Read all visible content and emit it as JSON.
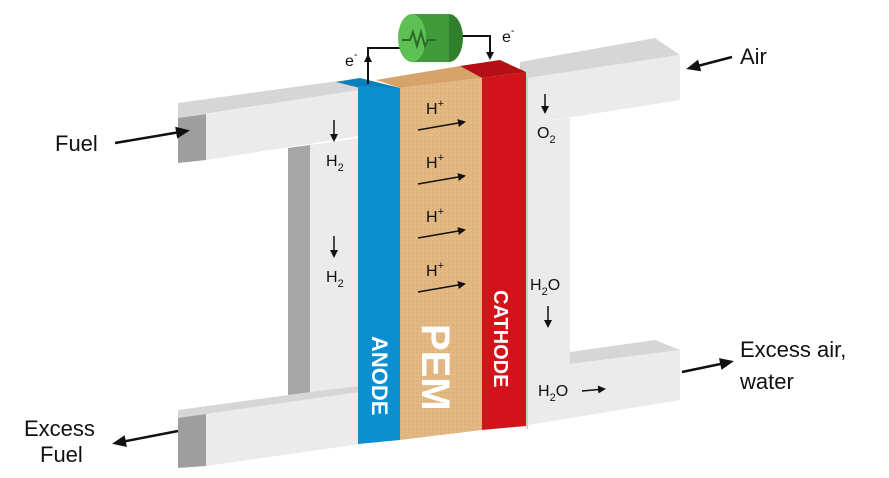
{
  "labels": {
    "fuel": "Fuel",
    "air": "Air",
    "excess_fuel_line1": "Excess",
    "excess_fuel_line2": "Fuel",
    "excess_air_line1": "Excess air,",
    "excess_air_line2": "water"
  },
  "layers": {
    "anode": "ANODE",
    "pem": "PEM",
    "cathode": "CATHODE"
  },
  "chem": {
    "electron": "e",
    "electron_sup": "-",
    "hydrogen": "H",
    "hydrogen_sub": "2",
    "proton": "H",
    "proton_sup": "+",
    "oxygen": "O",
    "oxygen_sub": "2",
    "water_h": "H",
    "water_sub": "2",
    "water_o": "O"
  },
  "colors": {
    "anode": "#0b8fd0",
    "pem": "#e3b883",
    "cathode": "#d2141a",
    "load": "#3f9a3a",
    "housing_front": "#ebebeb",
    "housing_top": "#d8d8d8",
    "housing_side": "#a9a9a9"
  },
  "icons": {
    "load": "resistor-load-icon"
  }
}
